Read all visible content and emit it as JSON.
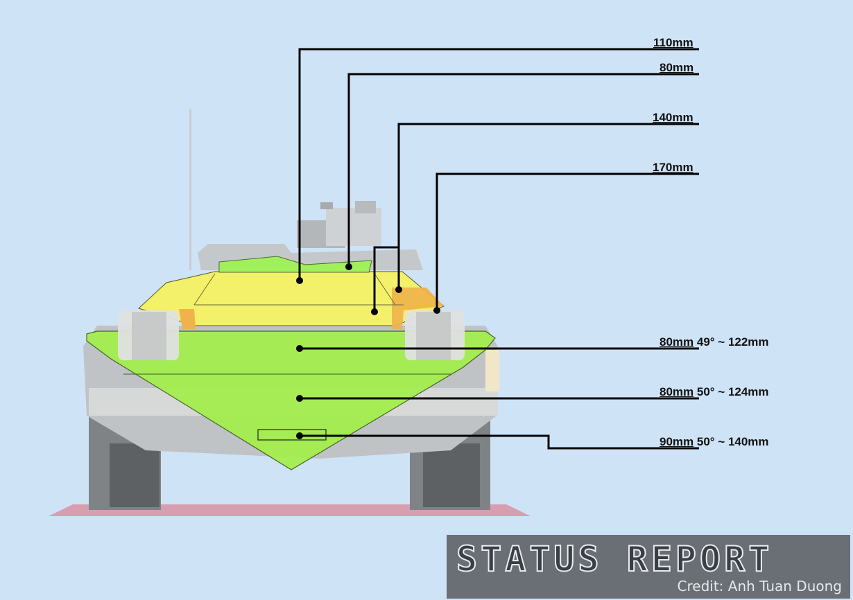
{
  "callouts": [
    {
      "id": "upper-hull-110",
      "thickness": "110mm",
      "extra": ""
    },
    {
      "id": "turret-top-80",
      "thickness": "80mm",
      "extra": ""
    },
    {
      "id": "hull-side-140",
      "thickness": "140mm",
      "extra": ""
    },
    {
      "id": "hull-corner-170",
      "thickness": "170mm",
      "extra": ""
    },
    {
      "id": "upper-plate",
      "thickness": "80mm",
      "extra": " 49° ~ 122mm"
    },
    {
      "id": "mid-plate",
      "thickness": "80mm",
      "extra": " 50° ~ 124mm"
    },
    {
      "id": "lower-plate",
      "thickness": "90mm",
      "extra": " 50° ~ 140mm"
    }
  ],
  "colors": {
    "background": "#cfe3f7",
    "zone_yellow": "#f3f06a",
    "zone_orange": "#f0b24a",
    "zone_green": "#9cef4a",
    "zone_light_green": "#b4f45a",
    "leader_line": "#000000"
  },
  "banner": {
    "title": "STATUS REPORT",
    "credit": "Credit: Anh Tuan Duong"
  }
}
